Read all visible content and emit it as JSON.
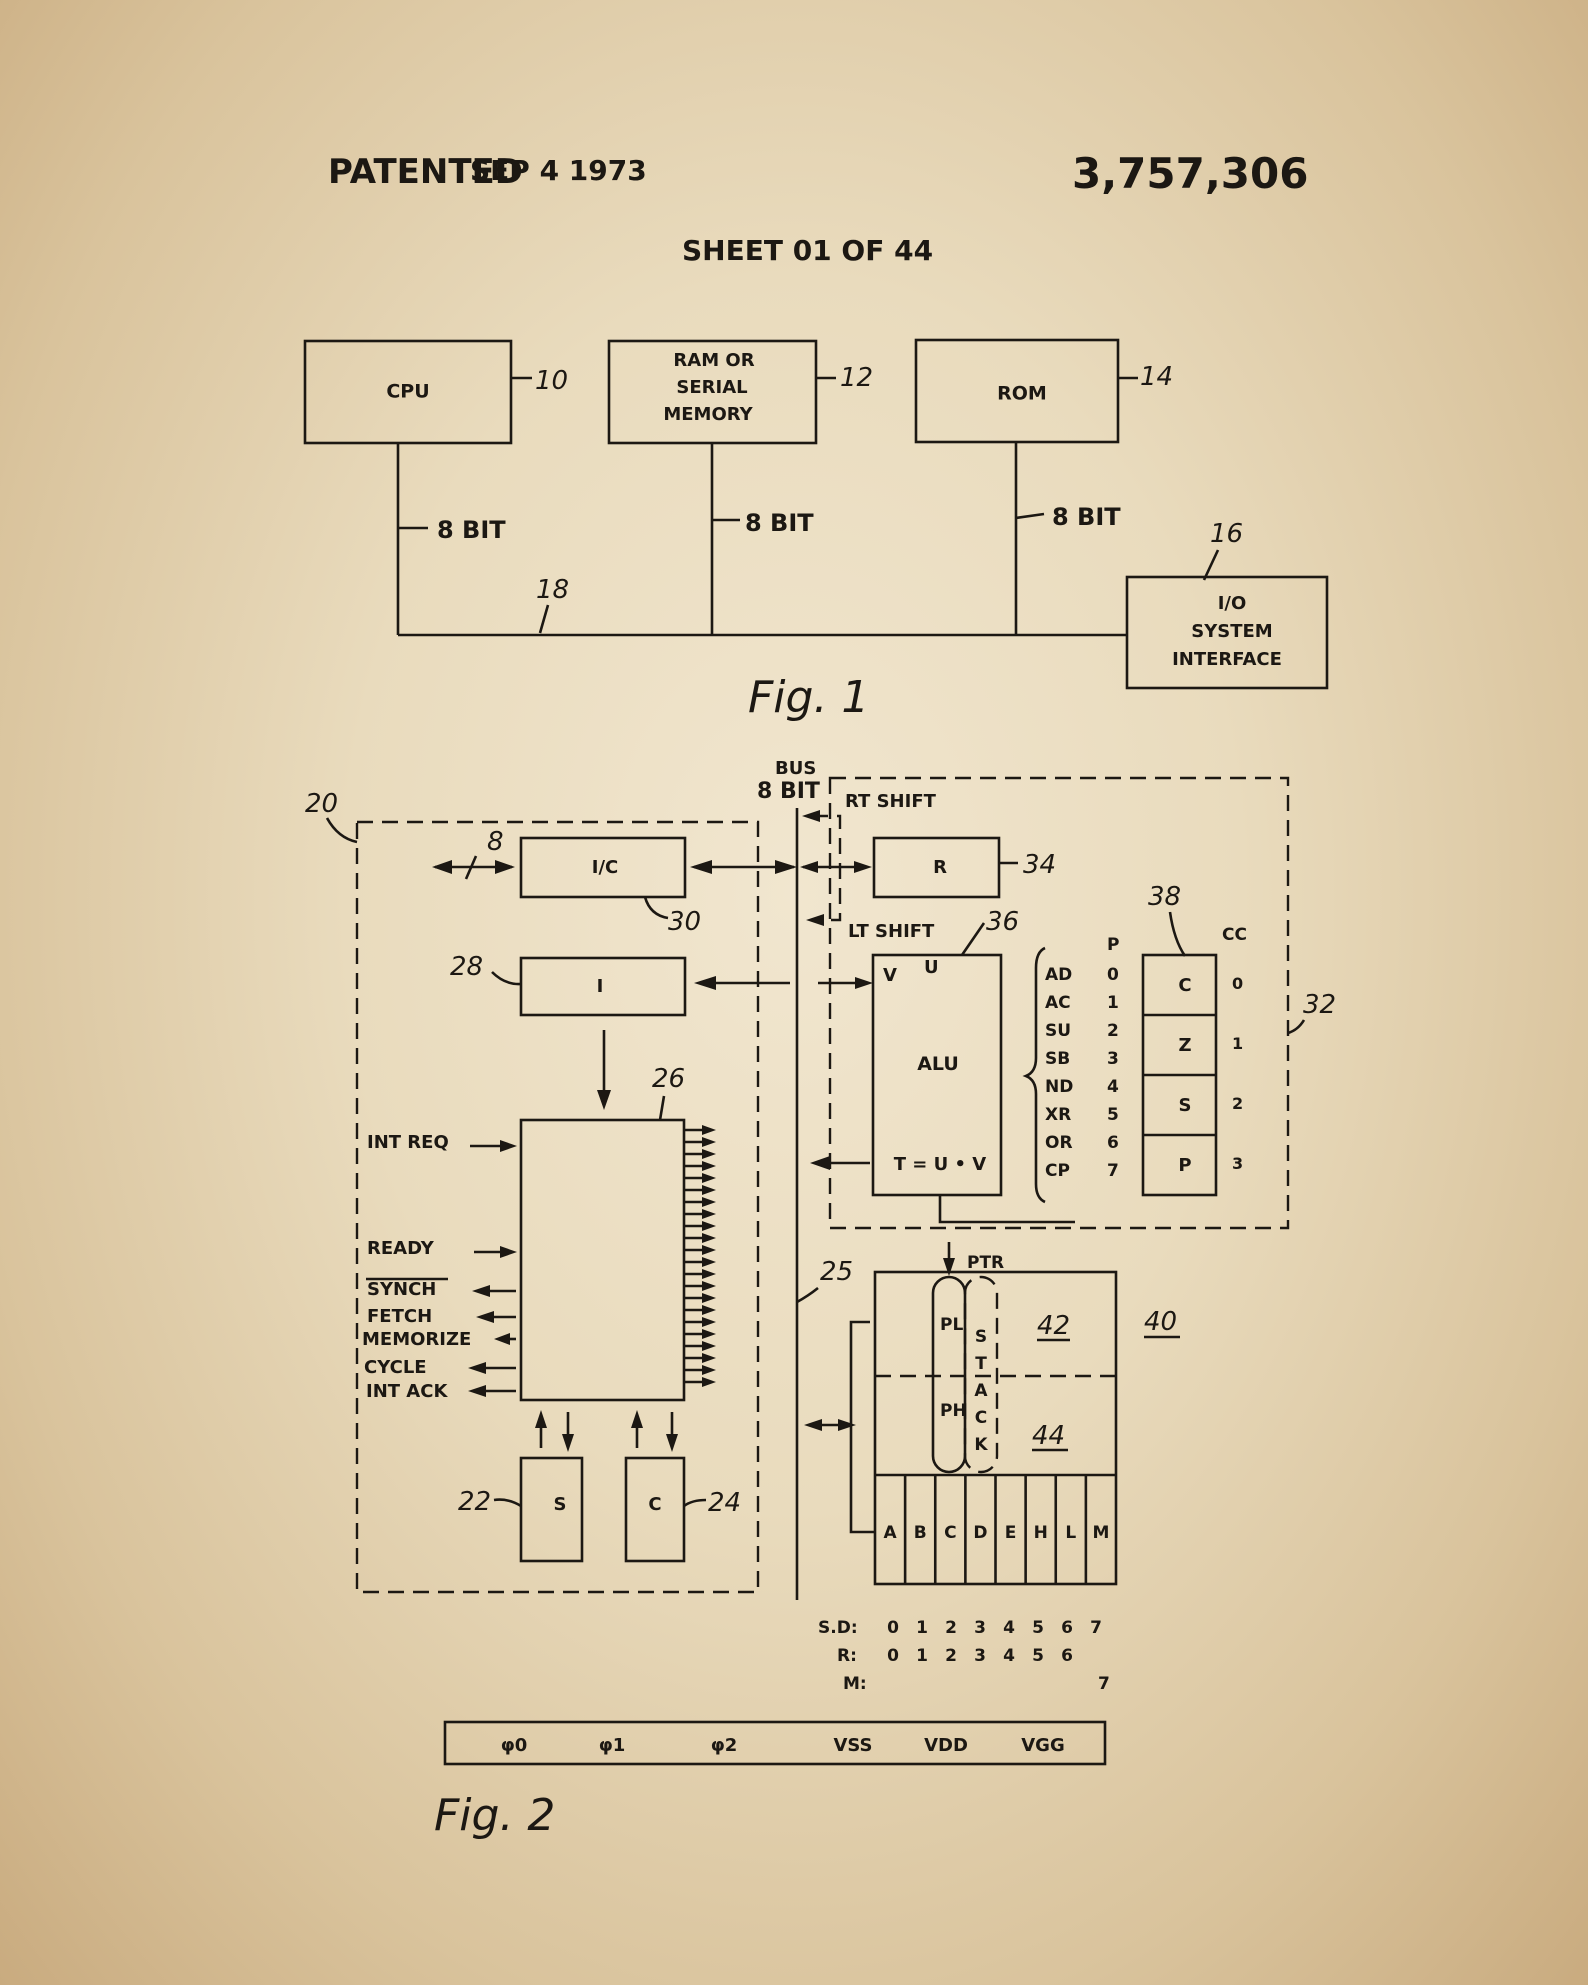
{
  "header": {
    "patented": "PATENTED",
    "date": "SEP 4 1973",
    "patent_number": "3,757,306",
    "sheet": "SHEET 01 OF 44"
  },
  "fig1": {
    "cpu": "CPU",
    "cpu_ref": "10",
    "ram_line1": "RAM OR",
    "ram_line2": "SERIAL",
    "ram_line3": "MEMORY",
    "ram_ref": "12",
    "rom": "ROM",
    "rom_ref": "14",
    "io_line1": "I/O",
    "io_line2": "SYSTEM",
    "io_line3": "INTERFACE",
    "io_ref": "16",
    "bus_label": "8 BIT",
    "bus_ref": "18",
    "caption": "Fig. 1"
  },
  "fig2": {
    "ref_20": "20",
    "ref_8": "8",
    "ic": "I/C",
    "ic_ref": "30",
    "i": "I",
    "i_ref": "28",
    "control_ref": "26",
    "signals": [
      "INT REQ",
      "READY",
      "SYNCH",
      "FETCH",
      "MEMORIZE",
      "CYCLE",
      "INT ACK"
    ],
    "s": "S",
    "s_ref": "22",
    "c": "C",
    "c_ref": "24",
    "bus_line1": "BUS",
    "bus_line2": "8 BIT",
    "bus_ref": "25",
    "rt_shift": "RT SHIFT",
    "lt_shift": "LT SHIFT",
    "r": "R",
    "r_ref": "34",
    "alu_ref": "36",
    "alu": "ALU",
    "alu_v": "V",
    "alu_u": "U",
    "alu_eq": "T = U • V",
    "ops": [
      "AD",
      "AC",
      "SU",
      "SB",
      "ND",
      "XR",
      "OR",
      "CP"
    ],
    "p_header": "P",
    "p_values": [
      "0",
      "1",
      "2",
      "3",
      "4",
      "5",
      "6",
      "7"
    ],
    "cc_header": "CC",
    "cc_ref": "38",
    "flags": [
      "C",
      "Z",
      "S",
      "P"
    ],
    "cc_values": [
      "0",
      "1",
      "2",
      "3"
    ],
    "section_ref": "32",
    "ptr": "PTR",
    "pl": "PL",
    "ph": "PH",
    "stack": [
      "S",
      "T",
      "A",
      "C",
      "K"
    ],
    "ref_42": "42",
    "ref_44": "44",
    "ref_40": "40",
    "registers": [
      "A",
      "B",
      "C",
      "D",
      "E",
      "H",
      "L",
      "M"
    ],
    "sd_label": "S.D:",
    "sd_values": [
      "0",
      "1",
      "2",
      "3",
      "4",
      "5",
      "6",
      "7"
    ],
    "r_label": "R:",
    "r_values": [
      "0",
      "1",
      "2",
      "3",
      "4",
      "5",
      "6"
    ],
    "m_label": "M:",
    "m_value": "7",
    "power": [
      "φ0",
      "φ1",
      "φ2",
      "VSS",
      "VDD",
      "VGG"
    ],
    "caption": "Fig. 2"
  }
}
